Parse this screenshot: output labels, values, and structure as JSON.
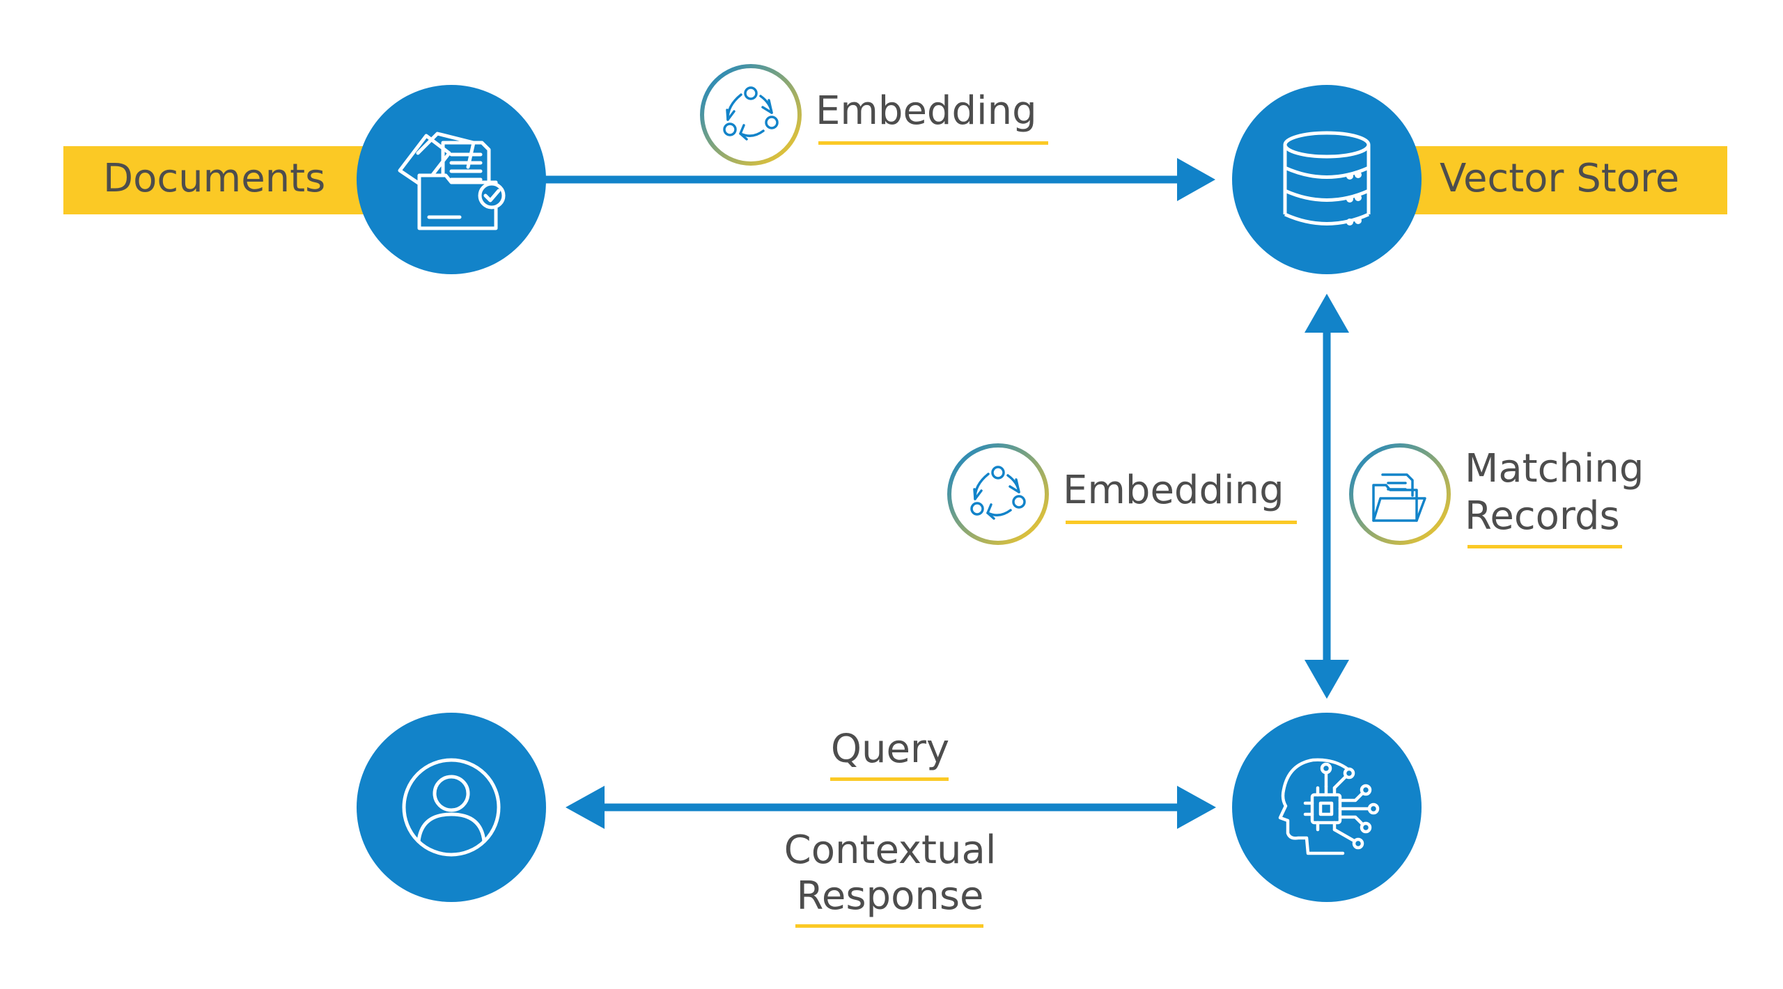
{
  "colors": {
    "blue": "#1283c9",
    "yellow": "#fbc925",
    "text": "#4d4d4d",
    "white": "#ffffff"
  },
  "nodes": {
    "documents": {
      "label": "Documents",
      "icon": "documents-folder-icon"
    },
    "vector_store": {
      "label": "Vector Store",
      "icon": "database-icon"
    },
    "user": {
      "icon": "user-icon"
    },
    "ai": {
      "icon": "ai-head-chip-icon"
    }
  },
  "edges": {
    "top_embedding": {
      "label": "Embedding",
      "icon": "embedding-cycle-icon"
    },
    "vertical_embedding": {
      "label": "Embedding",
      "icon": "embedding-cycle-icon"
    },
    "matching_records": {
      "label_line1": "Matching",
      "label_line2": "Records",
      "icon": "open-folder-icon"
    },
    "query": {
      "label": "Query"
    },
    "contextual_response": {
      "label_line1": "Contextual",
      "label_line2": "Response"
    }
  }
}
